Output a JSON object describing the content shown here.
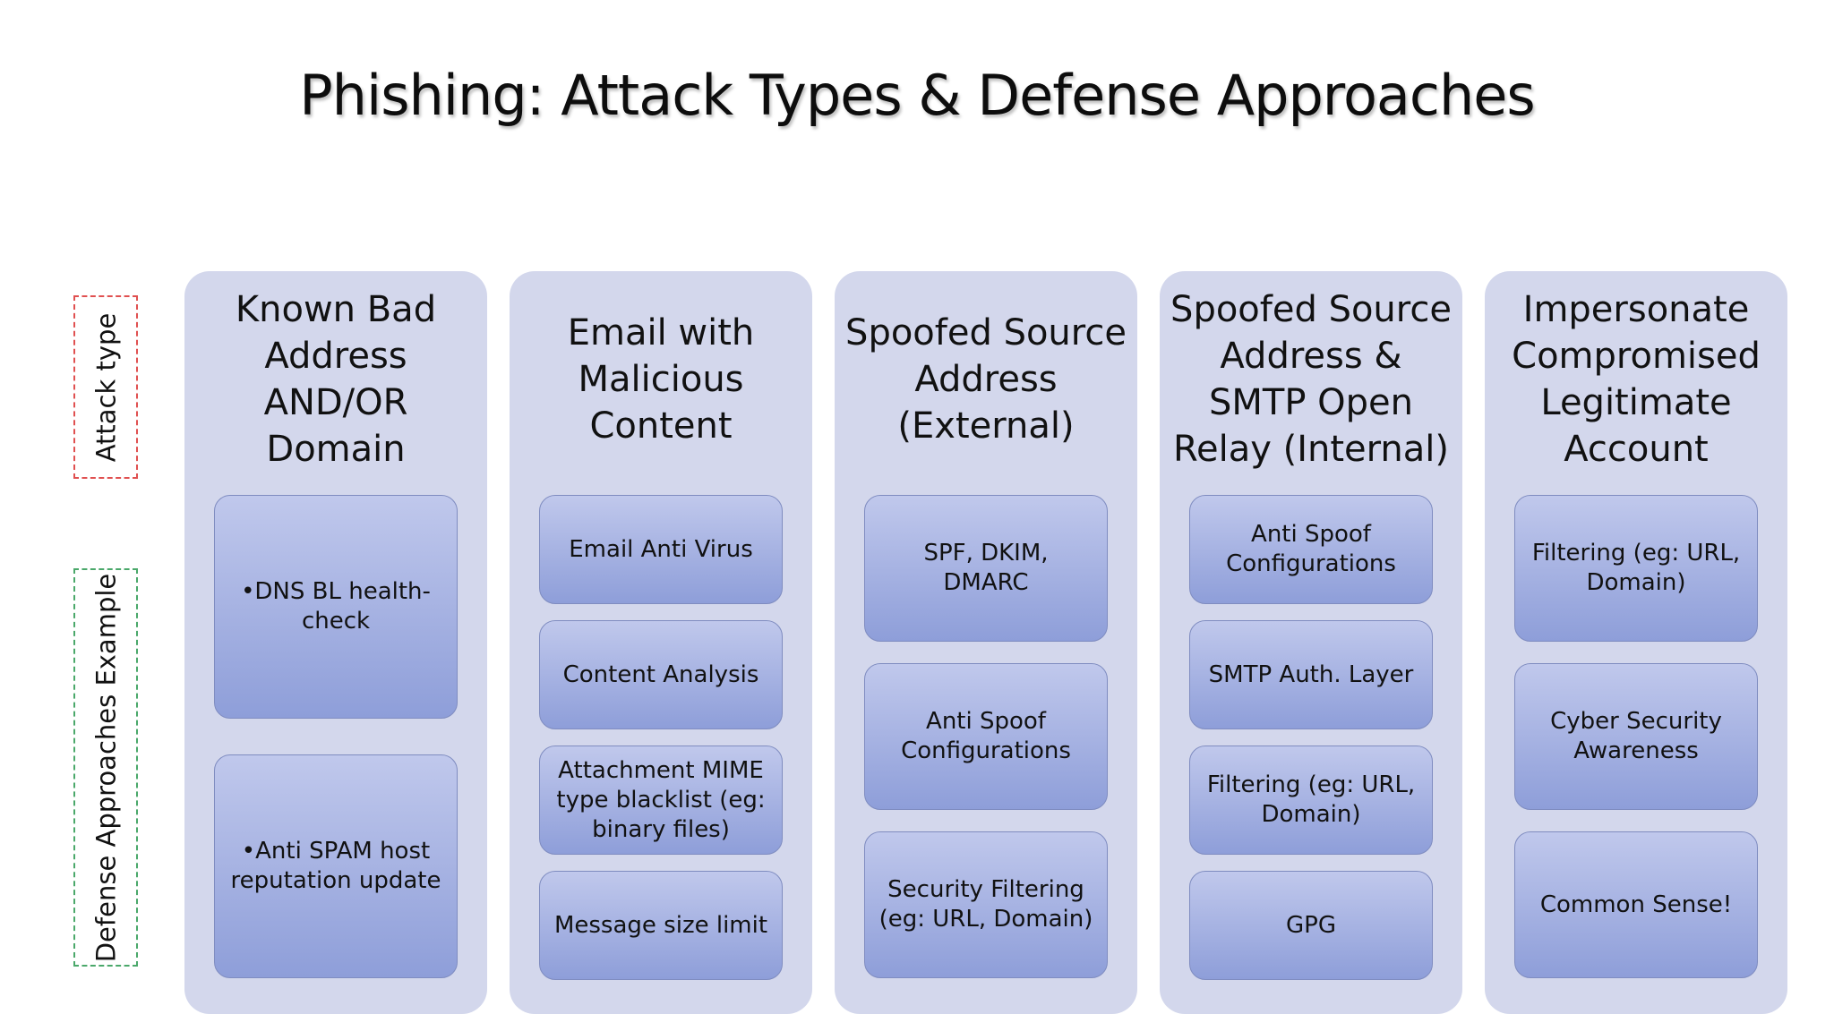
{
  "title": "Phishing: Attack Types & Defense Approaches",
  "side_labels": {
    "attack": "Attack type",
    "defense": "Defense Approaches Example"
  },
  "columns": [
    {
      "heading": "Known Bad Address AND/OR Domain",
      "defenses": [
        "•DNS BL health-check",
        "•Anti SPAM host reputation update"
      ]
    },
    {
      "heading": "Email with Malicious Content",
      "defenses": [
        "Email Anti Virus",
        "Content Analysis",
        "Attachment MIME type blacklist (eg: binary files)",
        "Message size limit"
      ]
    },
    {
      "heading": "Spoofed Source Address (External)",
      "defenses": [
        "SPF, DKIM, DMARC",
        "Anti Spoof Configurations",
        "Security Filtering (eg: URL, Domain)"
      ]
    },
    {
      "heading": "Spoofed Source Address & SMTP Open Relay (Internal)",
      "defenses": [
        "Anti Spoof Configurations",
        "SMTP Auth. Layer",
        "Filtering (eg: URL, Domain)",
        "GPG"
      ]
    },
    {
      "heading": "Impersonate Compromised Legitimate Account",
      "defenses": [
        "Filtering (eg: URL, Domain)",
        "Cyber Security Awareness",
        "Common Sense!"
      ]
    }
  ]
}
